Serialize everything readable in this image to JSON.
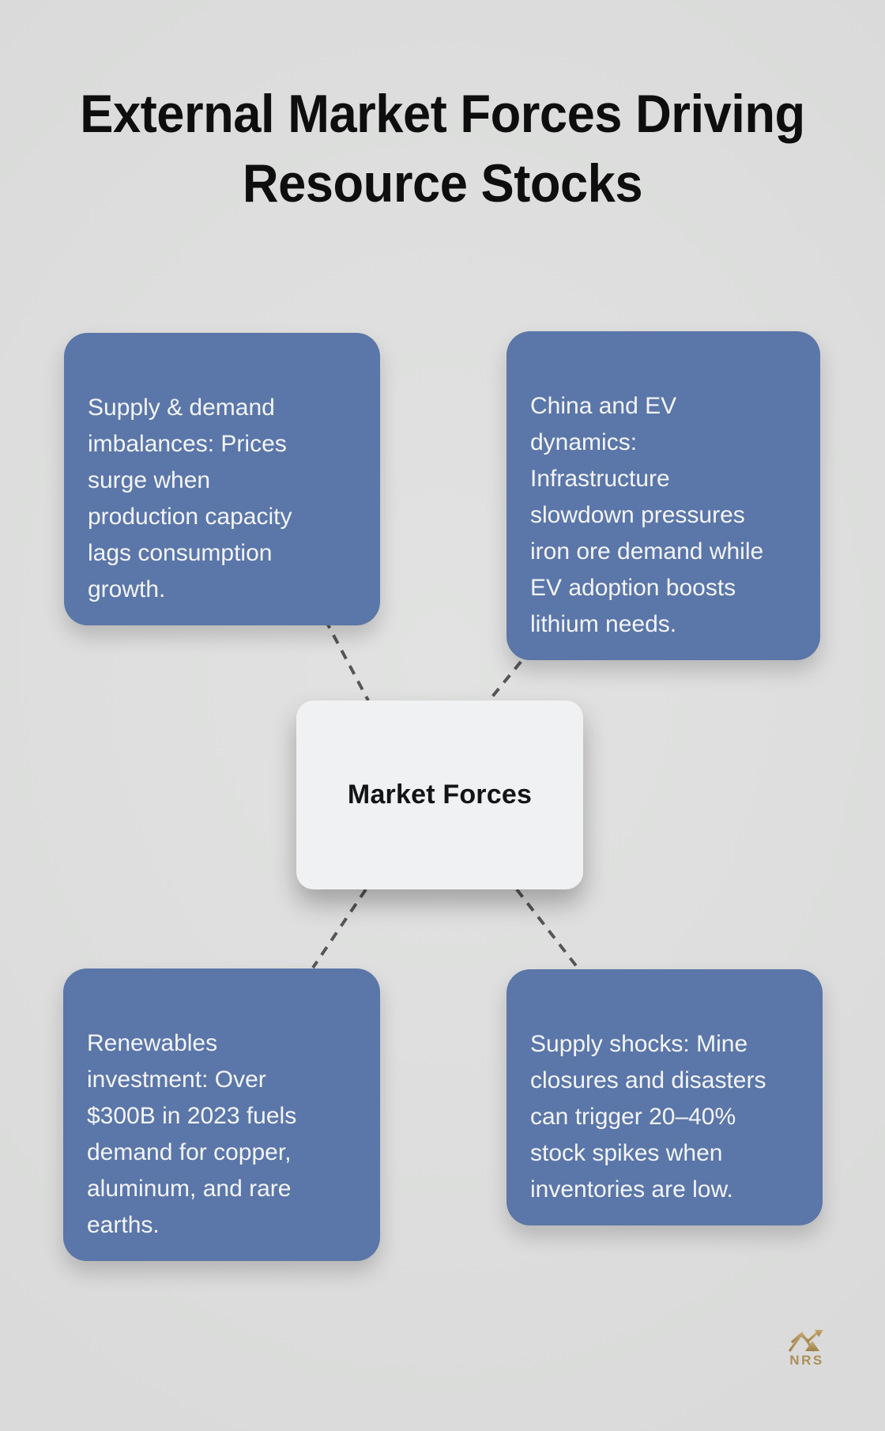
{
  "title": "External Market Forces Driving\nResource Stocks",
  "center_node": {
    "label": "Market Forces"
  },
  "forces": [
    {
      "id": "supply-demand-imbalances",
      "text": "Supply & demand\nimbalances: Prices\nsurge when\nproduction capacity\nlags consumption\ngrowth."
    },
    {
      "id": "china-ev-dynamics",
      "text": "China and EV\ndynamics:\nInfrastructure\nslowdown pressures\niron ore demand while\nEV adoption boosts\nlithium needs."
    },
    {
      "id": "renewables-investment",
      "text": "Renewables\ninvestment: Over\n$300B in 2023 fuels\ndemand for copper,\naluminum, and rare\nearths."
    },
    {
      "id": "supply-shocks",
      "text": "Supply shocks: Mine\nclosures and disasters\ncan trigger 20–40%\nstock spikes when\ninventories are low."
    }
  ],
  "logo": {
    "text": "NRS",
    "icon": "mountain-trend-icon"
  },
  "colors": {
    "background": "#dddedd",
    "card_blue": "#5b76a8",
    "card_text": "#f3f5f8",
    "center_node_bg": "#eff1f2",
    "title_text": "#0e0e0e",
    "connector_gray": "#565656",
    "logo_gold": "#ad8f57"
  }
}
